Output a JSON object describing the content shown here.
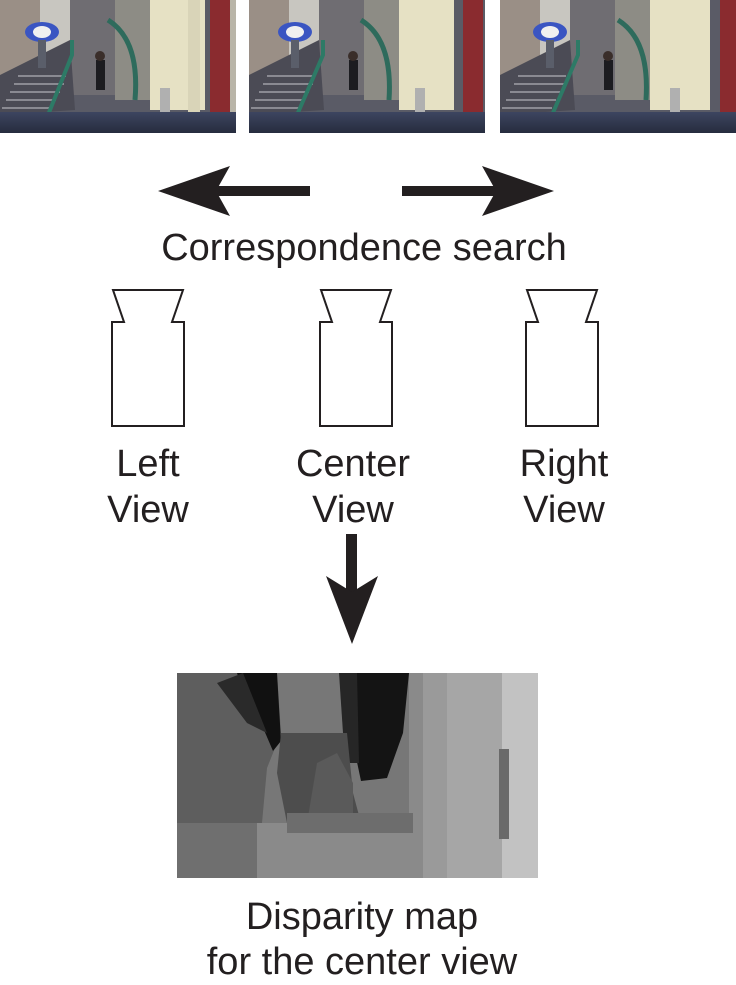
{
  "photos": {
    "left": {
      "icon": "stairwell-scene-photo"
    },
    "center": {
      "icon": "stairwell-scene-photo"
    },
    "right": {
      "icon": "stairwell-scene-photo"
    }
  },
  "correspondence": {
    "label": "Correspondence search",
    "left_arrow_icon": "arrow-left-icon",
    "right_arrow_icon": "arrow-right-icon"
  },
  "cameras": {
    "left": {
      "icon": "camera-icon",
      "line1": "Left",
      "line2": "View"
    },
    "center": {
      "icon": "camera-icon",
      "line1": "Center",
      "line2": "View"
    },
    "right": {
      "icon": "camera-icon",
      "line1": "Right",
      "line2": "View"
    }
  },
  "down_arrow_icon": "arrow-down-icon",
  "disparity": {
    "icon": "grayscale-disparity-map",
    "line1": "Disparity map",
    "line2": "for the center view"
  },
  "colors": {
    "arrow": "#231f20",
    "text": "#231f20",
    "camera_stroke": "#231f20"
  }
}
